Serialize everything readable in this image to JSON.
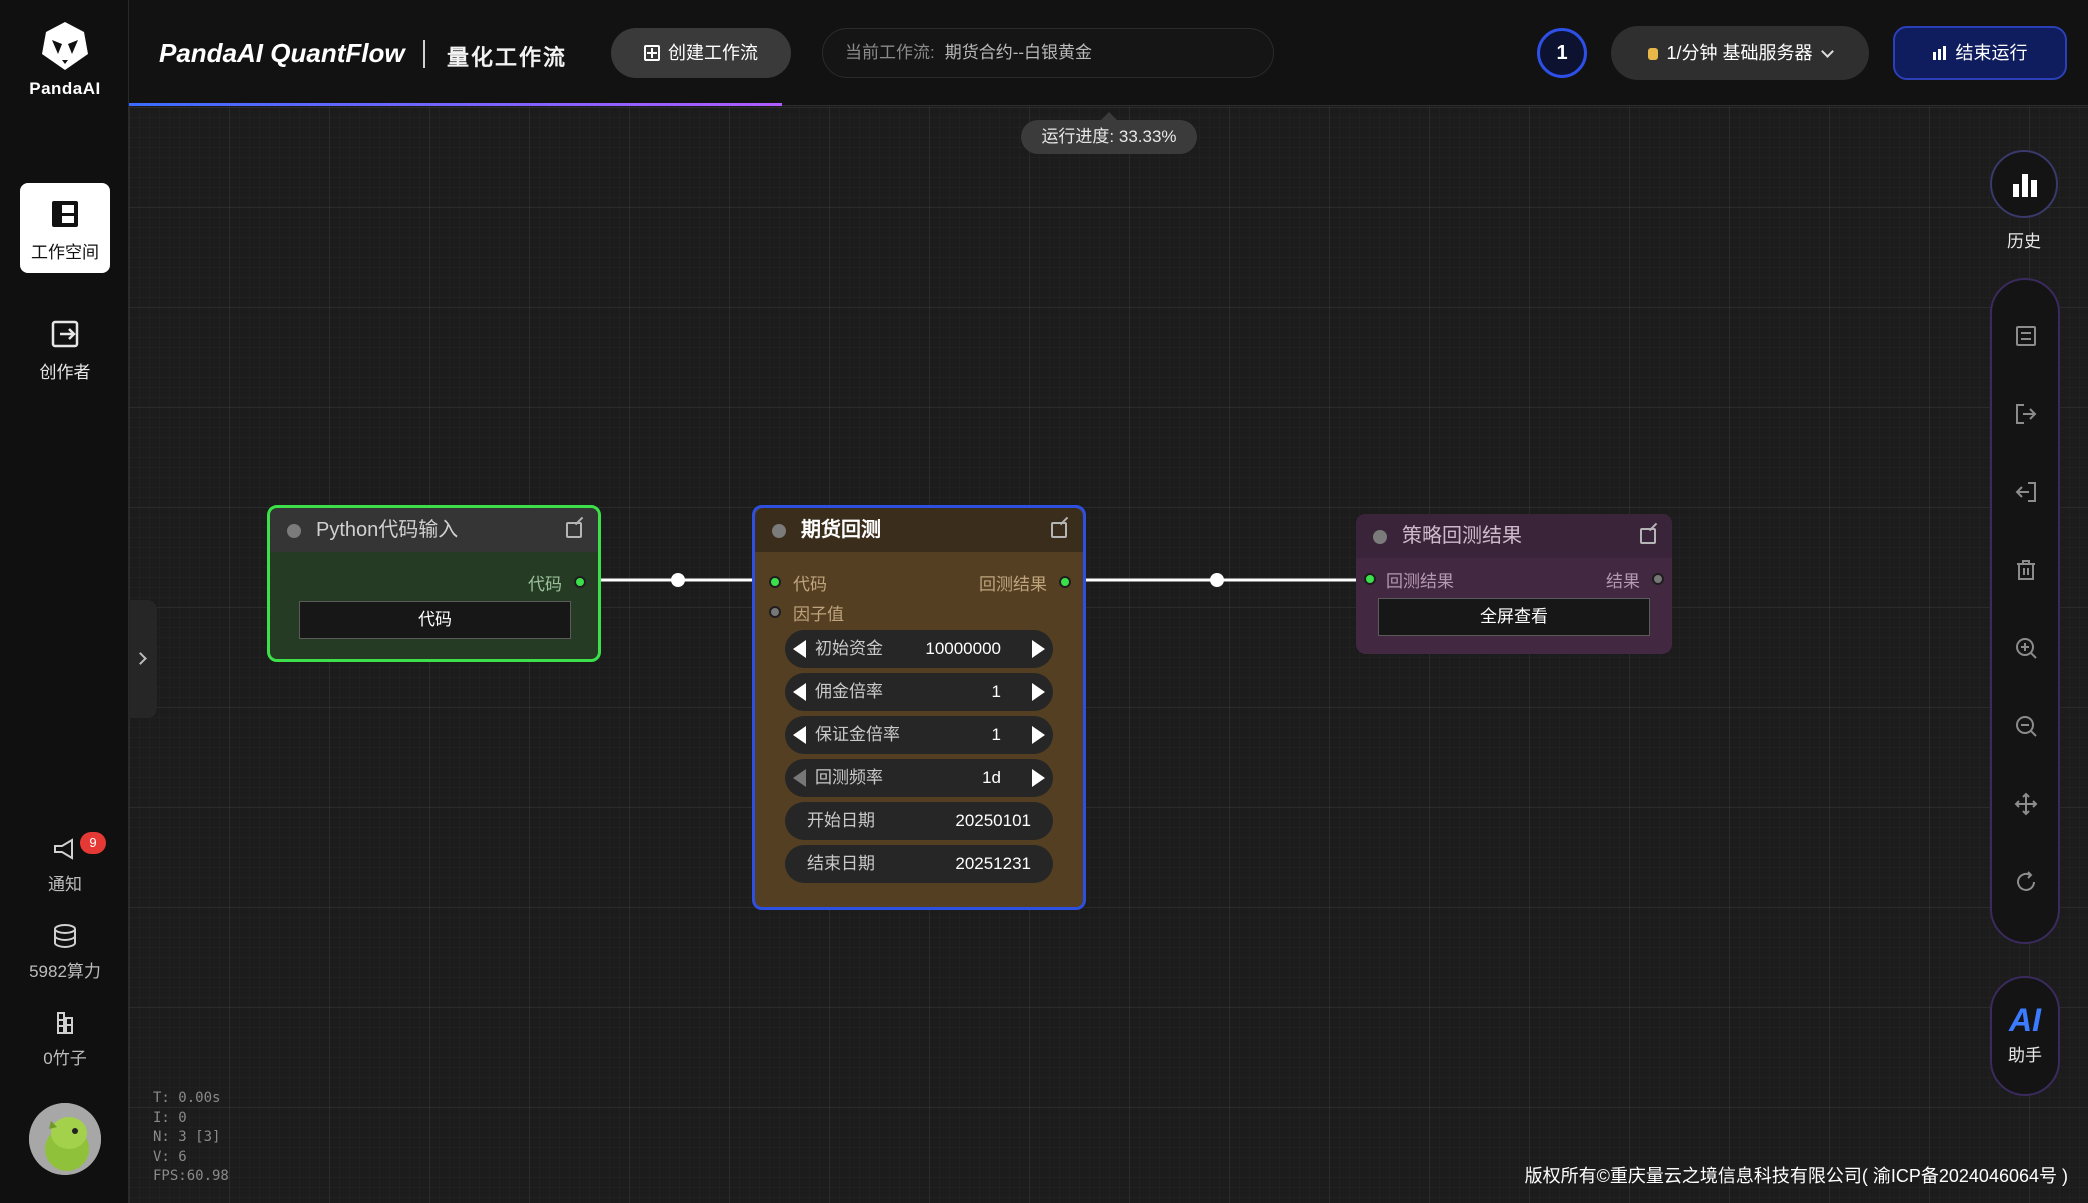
{
  "sidebar": {
    "logo_text": "PandaAI",
    "items": [
      {
        "label": "工作空间",
        "icon": "workspace-icon",
        "active": true
      },
      {
        "label": "创作者",
        "icon": "creator-icon",
        "active": false
      }
    ],
    "notify": {
      "label": "通知",
      "count": "9",
      "icon": "megaphone-icon"
    },
    "compute": {
      "label": "5982算力",
      "icon": "database-icon"
    },
    "bamboo": {
      "label": "0竹子",
      "icon": "bamboo-icon"
    }
  },
  "header": {
    "brand": "PandaAI QuantFlow",
    "subtitle": "量化工作流",
    "create_label": "创建工作流",
    "current_flow_label": "当前工作流:",
    "current_flow_value": "期货合约--白银黄金",
    "timer_value": "1",
    "server_label": "1/分钟  基础服务器",
    "stop_label": "结束运行"
  },
  "progress": {
    "label": "运行进度: 33.33%",
    "value": 33.33
  },
  "nodes": {
    "python": {
      "title": "Python代码输入",
      "output_label": "代码",
      "button_label": "代码",
      "color": "#2f5a2f"
    },
    "futures": {
      "title": "期货回测",
      "input_code": "代码",
      "input_factor": "因子值",
      "output_label": "回测结果",
      "params": [
        {
          "key": "初始资金",
          "value": "10000000"
        },
        {
          "key": "佣金倍率",
          "value": "1"
        },
        {
          "key": "保证金倍率",
          "value": "1"
        },
        {
          "key": "回测频率",
          "value": "1d"
        },
        {
          "key": "开始日期",
          "value": "20250101"
        },
        {
          "key": "结束日期",
          "value": "20251231"
        }
      ],
      "color": "#5a4527"
    },
    "result": {
      "title": "策略回测结果",
      "input_label": "回测结果",
      "output_label": "结果",
      "button_label": "全屏查看",
      "color": "#4a2c48"
    }
  },
  "toolbar": {
    "history_label": "历史",
    "ai_text": "AI",
    "ai_label": "助手",
    "tools": [
      "save-icon",
      "export-icon",
      "import-icon",
      "delete-icon",
      "zoom-in-icon",
      "zoom-out-icon",
      "move-icon",
      "refresh-icon"
    ]
  },
  "stats": {
    "t": "T: 0.00s",
    "i": "I: 0",
    "n": "N: 3 [3]",
    "v": "V: 6",
    "fps": "FPS:60.98"
  },
  "footer": {
    "copyright": "版权所有©重庆量云之境信息科技有限公司( 渝ICP备2024046064号 )"
  }
}
